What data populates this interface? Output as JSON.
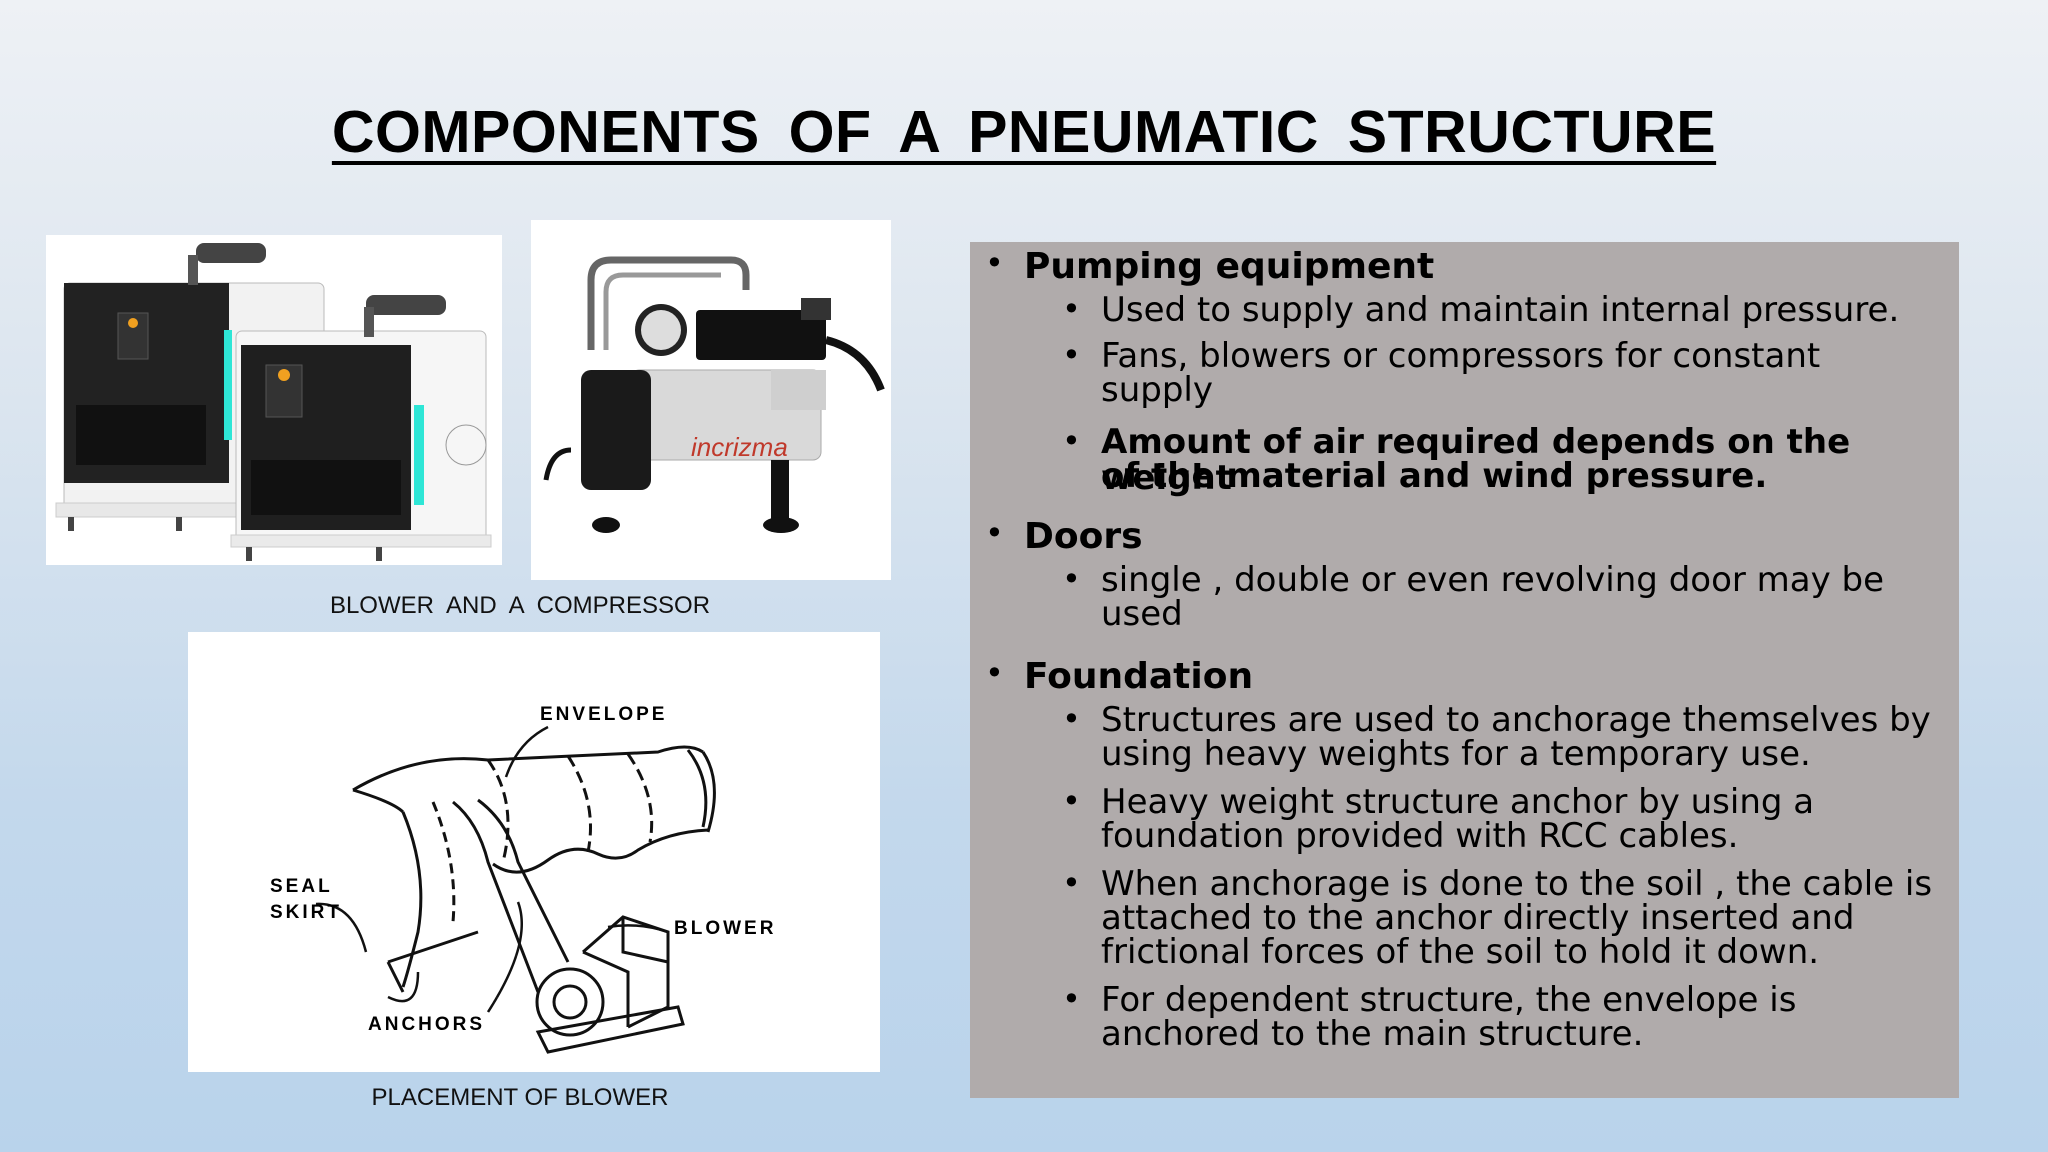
{
  "slide": {
    "title": "COMPONENTS  OF  A  PNEUMATIC  STRUCTURE"
  },
  "images": {
    "blower_photo": {
      "description_icon": "blower-machines-photo"
    },
    "compressor_photo": {
      "brand": "incrizma"
    },
    "caption_top": "BLOWER  AND  A  COMPRESSOR",
    "diagram_labels": {
      "envelope": "ENVELOPE",
      "seal": "SEAL",
      "skirt": "SKIRT",
      "blower": "BLOWER",
      "anchors": "ANCHORS"
    },
    "caption_bottom": "PLACEMENT OF BLOWER"
  },
  "content": {
    "sections": [
      {
        "heading": "Pumping equipment",
        "items": [
          {
            "line1": "Used to supply and maintain internal pressure.",
            "line2": ""
          },
          {
            "line1": "Fans, blowers or compressors for constant",
            "line2": "supply"
          },
          {
            "line1": "Amount of air required depends on the weight",
            "line2": "of the material and wind pressure.",
            "bold": true
          }
        ]
      },
      {
        "heading": "Doors",
        "items": [
          {
            "line1": "single , double or even revolving door may be",
            "line2": "used"
          }
        ]
      },
      {
        "heading": "Foundation",
        "items": [
          {
            "line1": "Structures are used to anchorage themselves by",
            "line2": "using heavy weights for a temporary use."
          },
          {
            "line1": "Heavy weight structure anchor by using a",
            "line2": "foundation provided with RCC cables."
          },
          {
            "line1": "When anchorage is done to the soil , the cable is",
            "line2": "attached to the anchor directly inserted and",
            "line3": "frictional forces of the soil to hold it down."
          },
          {
            "line1": "For dependent structure, the envelope is",
            "line2": "anchored to the main structure."
          }
        ]
      }
    ]
  },
  "colors": {
    "textbox_bg": "#b0abab",
    "brand_red": "#c0392b",
    "teal_glow": "#2ee6d6"
  }
}
